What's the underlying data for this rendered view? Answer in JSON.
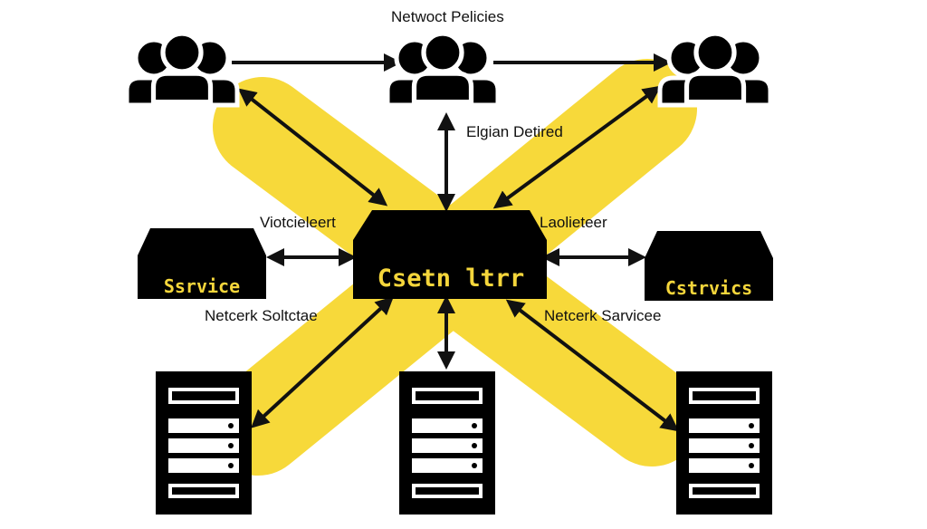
{
  "labels": {
    "top": "Netwoct Pelicies",
    "middle_top": "Elgian Detired",
    "left_upper": "Viotcieleert",
    "right_upper": "Laolieteer",
    "left_lower": "Netcerk Soltctae",
    "right_lower": "Netcerk Sarvicee"
  },
  "devices": {
    "center": "Csetn ltrr",
    "left": "Ssrvice",
    "right": "Cstrvics"
  },
  "colors": {
    "highlight": "#f7d93a",
    "device": "#000000",
    "device_text": "#f5d63b",
    "background": "#ffffff"
  }
}
